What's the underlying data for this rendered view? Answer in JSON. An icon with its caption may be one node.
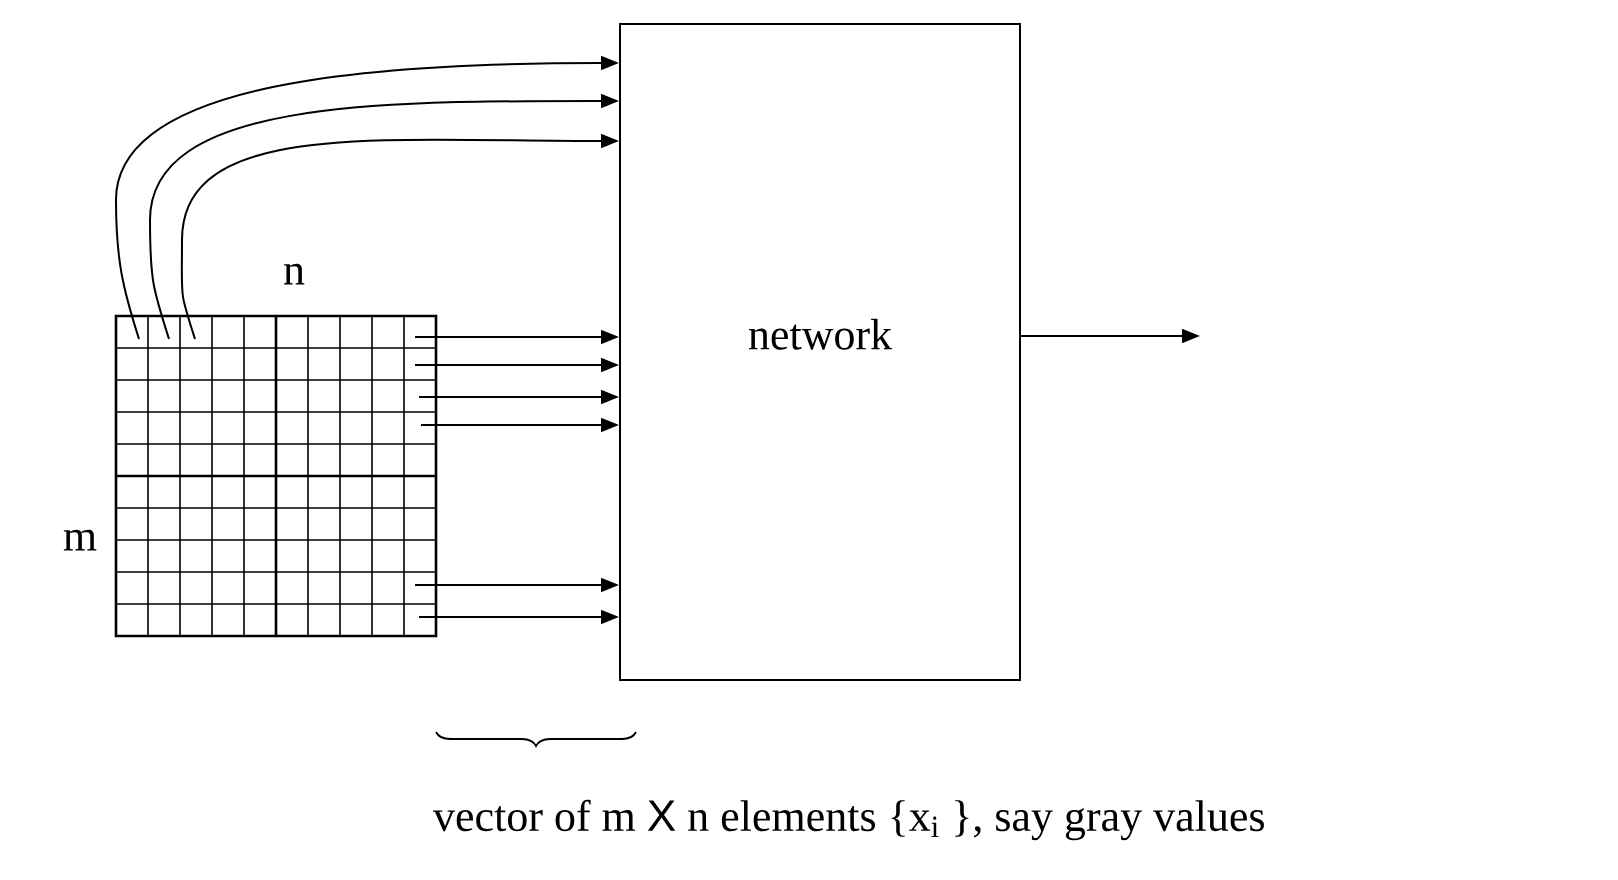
{
  "diagram": {
    "nodes": [
      {
        "text": [],
        "shape": "picture"
      },
      {
        "text": [
          "network"
        ]
      }
    ],
    "edges": [
      {
        "from": 0,
        "to": 1,
        "arrow": "to"
      },
      {
        "from": 0,
        "to": 1,
        "arrow": "to"
      },
      {
        "from": 0,
        "to": 1,
        "arrow": "to"
      },
      {
        "from": 0,
        "to": 1,
        "arrow": "to"
      },
      {
        "from": 0,
        "to": 1,
        "arrow": "to"
      },
      {
        "from": 0,
        "to": 1,
        "arrow": "to"
      },
      {
        "from": 0,
        "to": 1,
        "arrow": "to"
      },
      {
        "from": 0,
        "to": 1,
        "arrow": "to"
      },
      {
        "from": 0,
        "to": 1,
        "arrow": "to"
      },
      {
        "from": 1,
        "to": null,
        "arrow": "to"
      }
    ],
    "labels": [
      "n",
      "m",
      "vector of m **X** n elements {x$_{i}$ }, say gray values"
    ]
  }
}
